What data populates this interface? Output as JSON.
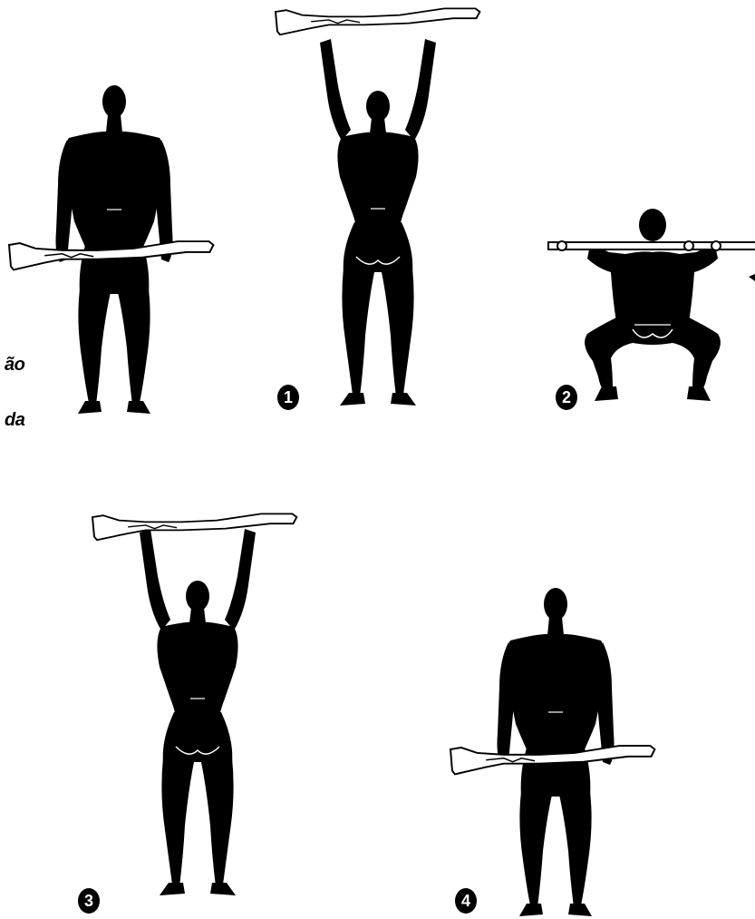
{
  "text_fragments": [
    "ão",
    "da"
  ],
  "steps": [
    {
      "label": "1",
      "pose": "arms-raised"
    },
    {
      "label": "2",
      "pose": "squat-bar-at-shoulders"
    },
    {
      "label": "3",
      "pose": "arms-raised"
    },
    {
      "label": "4",
      "pose": "standing-bar-at-waist"
    }
  ],
  "colors": {
    "silhouette": "#000000",
    "background": "#ffffff",
    "rifle": "#ffffff"
  }
}
